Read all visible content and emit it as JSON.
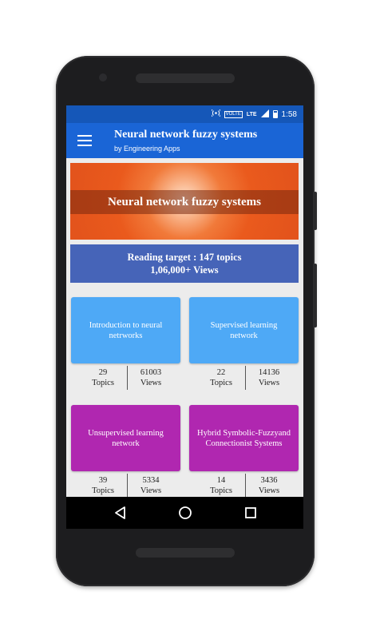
{
  "status_bar": {
    "time": "1:58",
    "volte": "VOLTE",
    "lte": "LTE"
  },
  "app_bar": {
    "title": "Neural network fuzzy systems",
    "subtitle": "by Engineering Apps"
  },
  "banner": {
    "title": "Neural network fuzzy systems"
  },
  "reading_target": {
    "line1": "Reading target :  147 topics",
    "line2": "1,06,000+ Views"
  },
  "cards": [
    {
      "title": "Introduction to neural netrworks",
      "topics": "29",
      "topics_label": "Topics",
      "views": "61003",
      "views_label": "Views"
    },
    {
      "title": "Supervised learning network",
      "topics": "22",
      "topics_label": "Topics",
      "views": "14136",
      "views_label": "Views"
    },
    {
      "title": "Unsupervised learning network",
      "topics": "39",
      "topics_label": "Topics",
      "views": "5334",
      "views_label": "Views"
    },
    {
      "title": "Hybrid Symbolic-Fuzzyand Connectionist Systems",
      "topics": "14",
      "topics_label": "Topics",
      "views": "3436",
      "views_label": "Views"
    }
  ],
  "colors": {
    "status_bar": "#1557b8",
    "app_bar": "#1a65d6",
    "card_blue": "#4ea9f6",
    "card_purple": "#b027b0",
    "target_bg": "#4664b8"
  },
  "icons": {
    "menu": "hamburger-menu-icon",
    "back": "back-triangle-icon",
    "home": "home-circle-icon",
    "recents": "recents-square-icon"
  }
}
